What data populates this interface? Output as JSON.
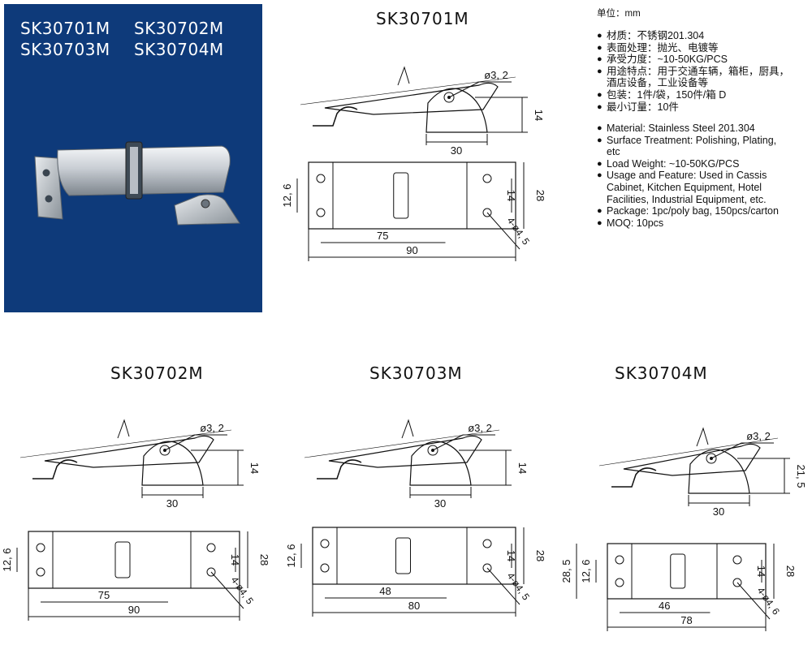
{
  "photo": {
    "titles": [
      "SK30701M",
      "SK30702M",
      "SK30703M",
      "SK30704M"
    ]
  },
  "drawings": [
    {
      "model": "SK30701M",
      "dims": {
        "hole_dia": "ø3, 2",
        "height": "14",
        "base": "30",
        "pitch_v": "12, 6",
        "inner_h": "14",
        "outer_h": "28",
        "holes": "4-ø4, 5",
        "hole_span": "75",
        "length": "90"
      }
    },
    {
      "model": "SK30702M",
      "dims": {
        "hole_dia": "ø3, 2",
        "height": "14",
        "base": "30",
        "pitch_v": "12, 6",
        "inner_h": "14",
        "outer_h": "28",
        "holes": "4-ø4, 5",
        "hole_span": "75",
        "length": "90"
      }
    },
    {
      "model": "SK30703M",
      "dims": {
        "hole_dia": "ø3, 2",
        "height": "14",
        "base": "30",
        "pitch_v": "12, 6",
        "inner_h": "14",
        "outer_h": "28",
        "holes": "4-ø4, 5",
        "hole_span": "48",
        "length": "80"
      }
    },
    {
      "model": "SK30704M",
      "dims": {
        "hole_dia": "ø3, 2",
        "height": "21, 5",
        "base": "30",
        "outer_v": "28, 5",
        "pitch_v": "12, 6",
        "inner_h": "14",
        "outer_h": "28",
        "holes": "4-ø4, 6",
        "hole_span": "46",
        "length": "78"
      }
    }
  ],
  "specs": {
    "unit": "单位：mm",
    "cn": [
      "材质：不锈钢201.304",
      "表面处理：抛光、电镀等",
      "承受力度：~10-50KG/PCS",
      "用途特点：用于交通车辆，箱柜，厨具，酒店设备，工业设备等",
      "包装：1件/袋，150件/箱  D",
      "最小订量：10件"
    ],
    "en": [
      "Material: Stainless Steel 201.304",
      "Surface Treatment: Polishing, Plating, etc",
      "Load Weight: ~10-50KG/PCS",
      "Usage and Feature: Used in Cassis Cabinet, Kitchen Equipment, Hotel Facilities, Industrial Equipment, etc.",
      "Package: 1pc/poly bag, 150pcs/carton",
      "MOQ: 10pcs"
    ]
  }
}
